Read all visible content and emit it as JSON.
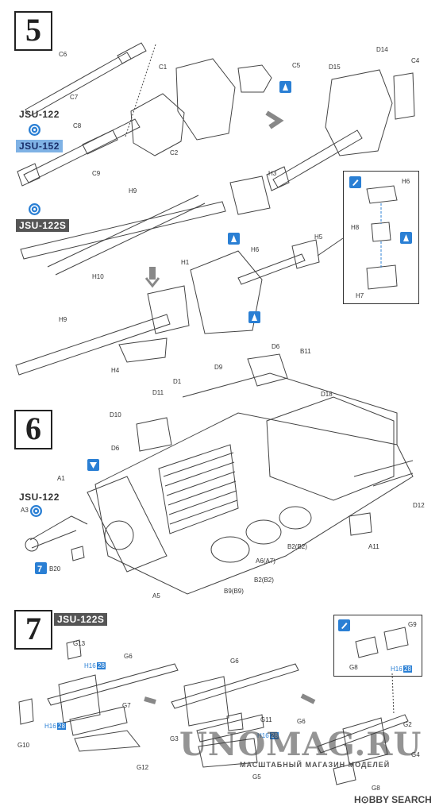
{
  "steps": {
    "s5": "5",
    "s6": "6",
    "s7": "7"
  },
  "variants": {
    "jsu122_a": "JSU-122",
    "jsu152": "JSU-152",
    "jsu122s_a": "JSU-122S",
    "jsu122_b": "JSU-122",
    "jsu122s_b": "JSU-122S"
  },
  "parts_step5": [
    "C6",
    "C7",
    "C8",
    "C9",
    "C1",
    "C2",
    "C5",
    "D14",
    "D15",
    "C4",
    "H9",
    "H10",
    "H3",
    "H6",
    "H8",
    "H7",
    "H5",
    "H1",
    "H4",
    "H9"
  ],
  "parts_step6": [
    "D6",
    "B11",
    "D9",
    "D11",
    "D1",
    "D18",
    "D10",
    "D6",
    "A1",
    "A3",
    "B20",
    "A5",
    "B9(B9)",
    "B2(B2)",
    "A6(A7)",
    "B2(B2)",
    "A11",
    "D12"
  ],
  "parts_step7": [
    "G13",
    "G6",
    "G7",
    "G10",
    "G12",
    "G6",
    "G11",
    "G3",
    "G5",
    "G6",
    "G9",
    "G8",
    "G2",
    "G4",
    "G8"
  ],
  "ref_marks": {
    "h16": "H16",
    "n28": "28",
    "seven": "7"
  },
  "watermark": {
    "main": "UNOMAG.RU",
    "sub": "МАСШТАБНЫЙ МАГАЗИН МОДЕЛЕЙ"
  },
  "brand": {
    "logo_text": "H⊙BBY SEARCH"
  },
  "colors": {
    "accent_blue": "#2a7fd4",
    "label_blue": "#7fb2e5",
    "label_dark": "#555555"
  }
}
